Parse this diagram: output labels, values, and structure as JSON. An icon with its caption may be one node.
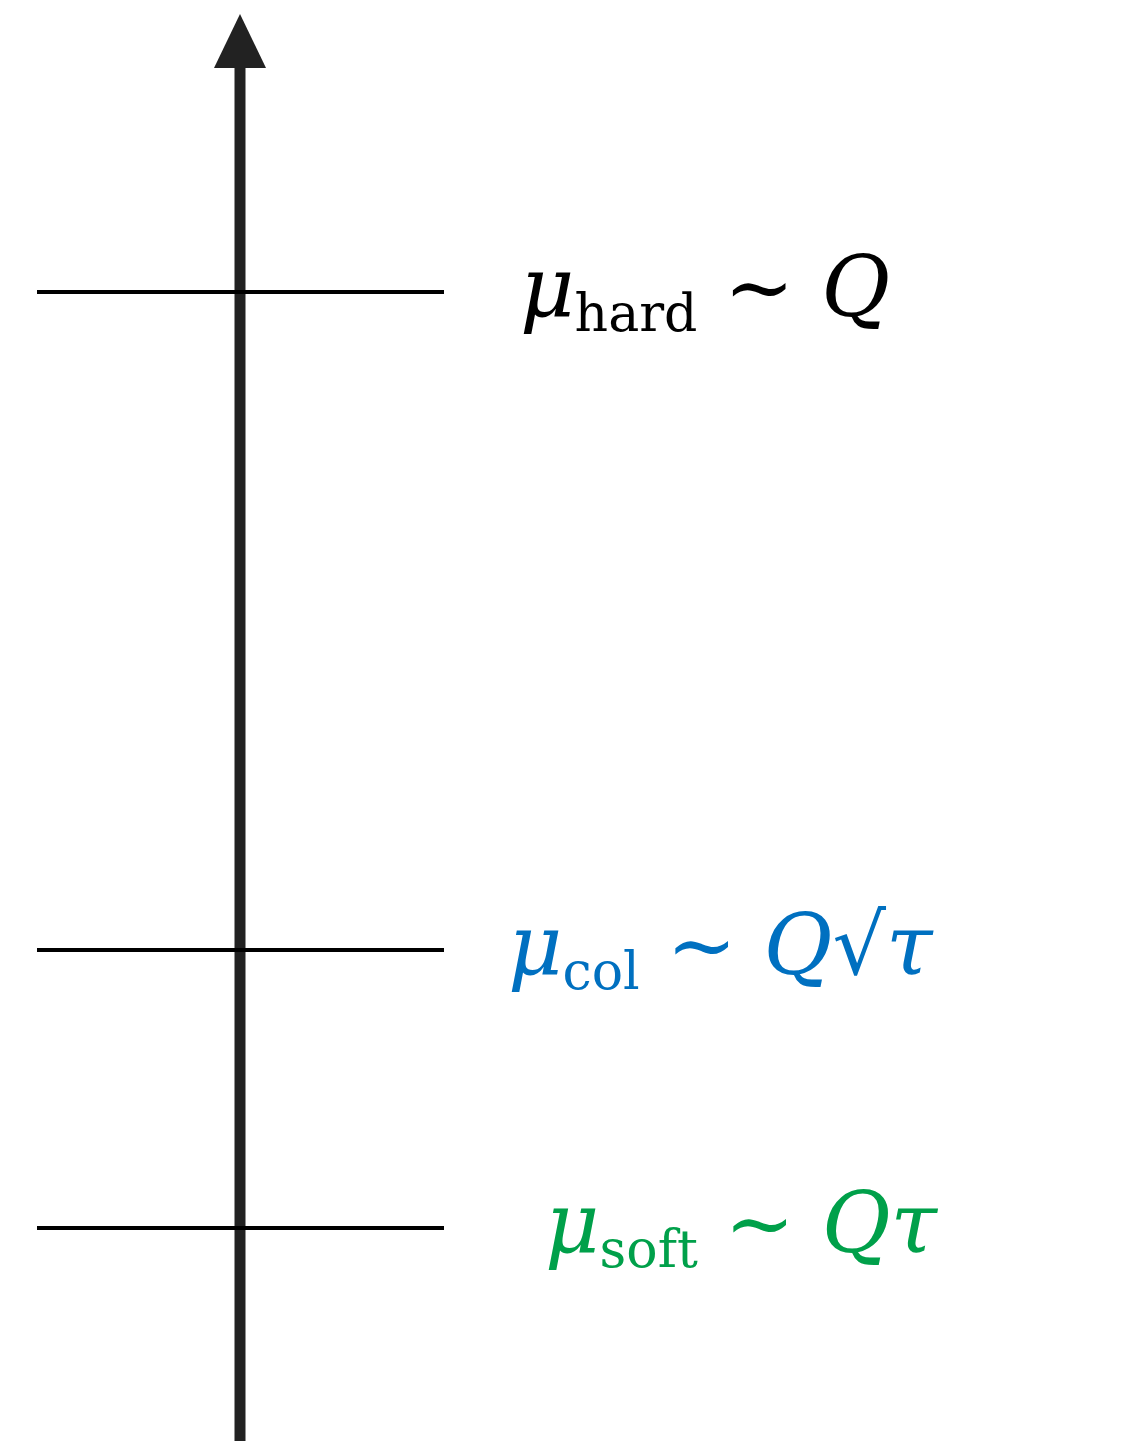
{
  "diagram": {
    "labels": [
      "*μ*$_{hard}$ ∼ *Q*",
      "*μ*$_{col}$ ∼ *Q*√*τ*",
      "*μ*$_{soft}$ ∼ *Qτ*"
    ]
  }
}
